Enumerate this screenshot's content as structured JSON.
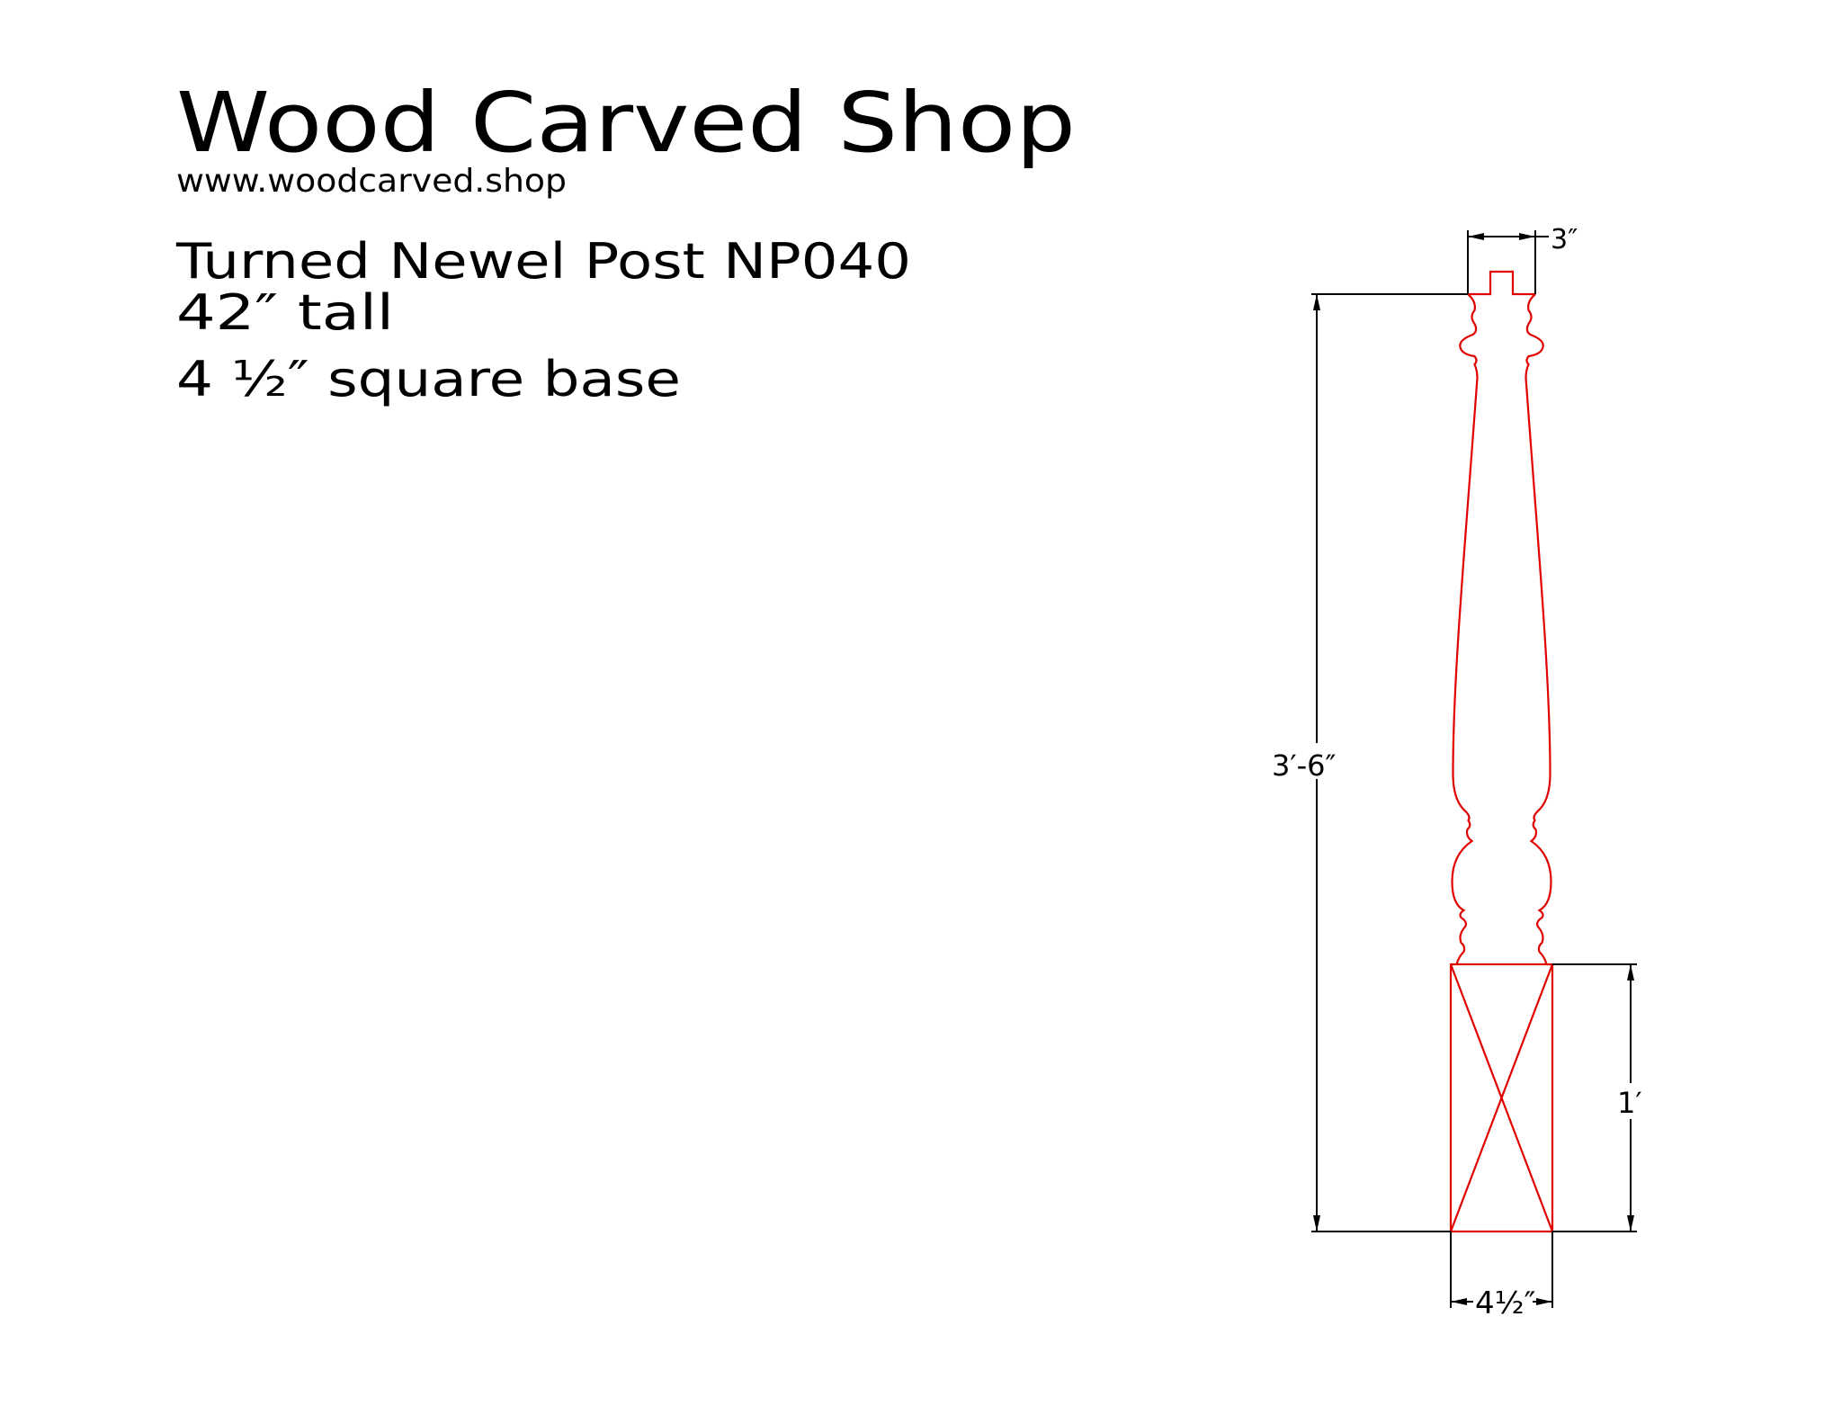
{
  "header": {
    "title": "Wood Carved Shop",
    "url": "www.woodcarved.shop"
  },
  "product": {
    "name": "Turned Newel Post NP040",
    "height": "42″ tall",
    "base": "4 ½″ square base"
  },
  "dimensions": {
    "top_width": "3″",
    "total_height": "3′-6″",
    "base_height": "1′",
    "base_width": "4½″"
  },
  "colors": {
    "profile": "#e00000",
    "dimension": "#000000"
  }
}
